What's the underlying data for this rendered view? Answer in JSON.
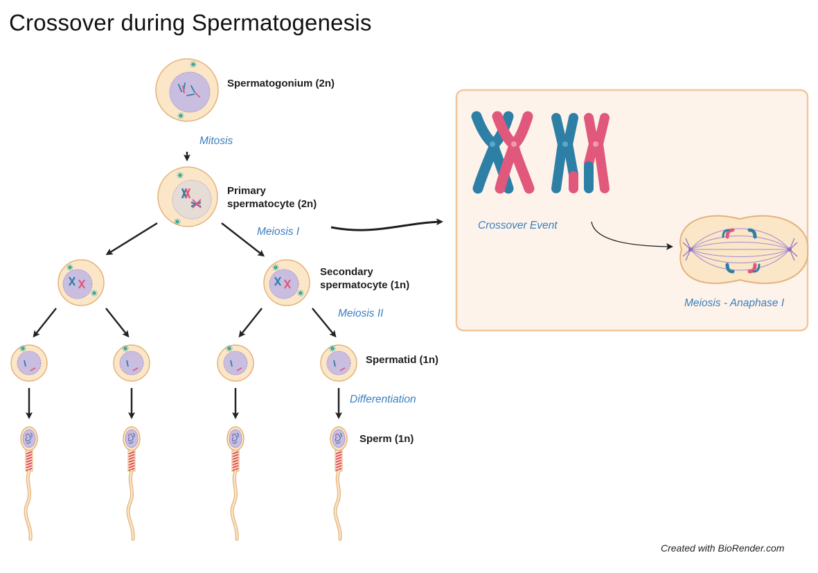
{
  "title": "Crossover during Spermatogenesis",
  "stages": {
    "spermatogonium": "Spermatogonium (2n)",
    "primary_line1": "Primary",
    "primary_line2": "spermatocyte (2n)",
    "secondary_line1": "Secondary",
    "secondary_line2": "spermatocyte (1n)",
    "spermatid": "Spermatid (1n)",
    "sperm": "Sperm (1n)"
  },
  "processes": {
    "mitosis": "Mitosis",
    "meiosis1": "Meiosis I",
    "meiosis2": "Meiosis II",
    "differentiation": "Differentiation"
  },
  "inset": {
    "crossover_label": "Crossover Event",
    "anaphase_label": "Meiosis - Anaphase I"
  },
  "credit": "Created with BioRender.com",
  "colors": {
    "cell_fill": "#fbe6c7",
    "cell_stroke": "#e3b27c",
    "nucleus_fill": "#c9bde0",
    "nucleus_stroke": "#a394c4",
    "chromosome_blue": "#2e7fa6",
    "chromosome_pink": "#e0587c",
    "label_blue": "#3a7ebf",
    "inset_bg": "#fdf3ea",
    "inset_border": "#f0c79b",
    "centrosome": "#3aa89a"
  }
}
